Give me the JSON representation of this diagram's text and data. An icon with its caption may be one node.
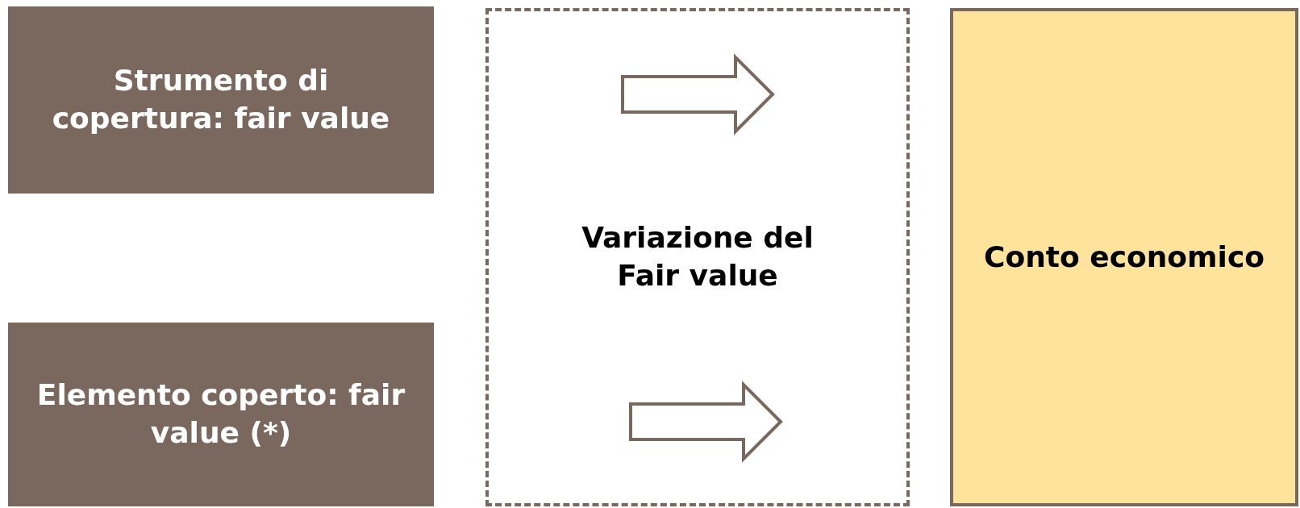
{
  "diagram": {
    "nodes": [
      {
        "text": [
          "Strumento di copertura: fair value"
        ]
      },
      {
        "text": [
          "Elemento coperto: fair value (*)"
        ]
      },
      {
        "text": [
          "Variazione del Fair value"
        ]
      },
      {
        "text": [
          "Conto economico"
        ]
      }
    ]
  }
}
